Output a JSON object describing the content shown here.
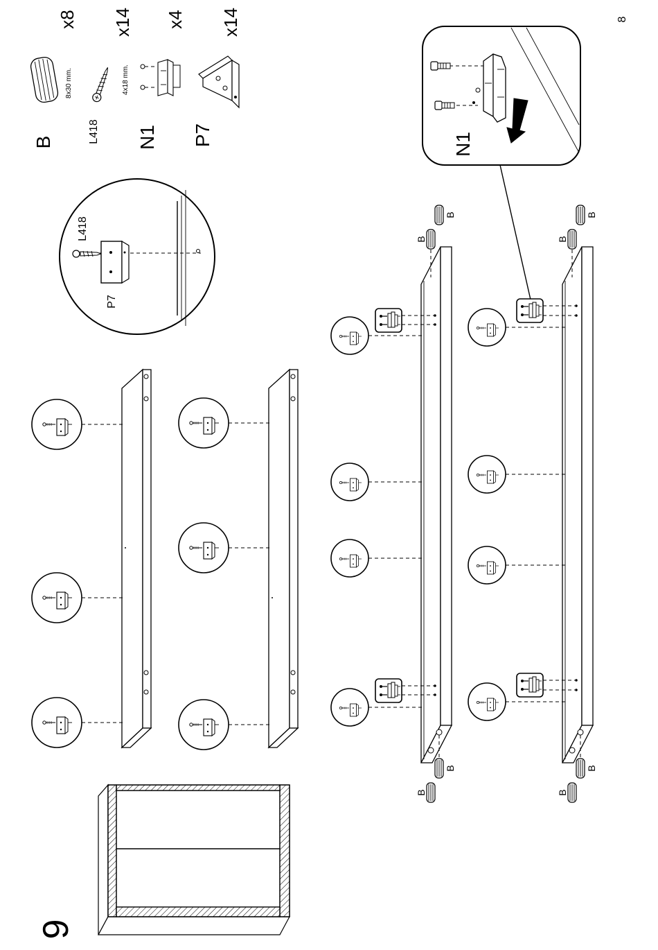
{
  "page_number": "8",
  "step_number": "9",
  "parts": [
    {
      "code": "B",
      "size": "8x30 mm.",
      "qty": "x8",
      "icon": "wooden-dowel-icon"
    },
    {
      "code": "L418",
      "size": "4x18 mm.",
      "qty": "x14",
      "icon": "screw-icon"
    },
    {
      "code": "N1",
      "size": "",
      "qty": "x4",
      "icon": "cam-connector-icon"
    },
    {
      "code": "P7",
      "size": "",
      "qty": "x14",
      "icon": "angle-bracket-icon"
    }
  ],
  "zoom_detail": {
    "screw_label": "L418",
    "bracket_label": "P7"
  },
  "n1_detail": {
    "label": "N1"
  },
  "dowel_label": "B"
}
